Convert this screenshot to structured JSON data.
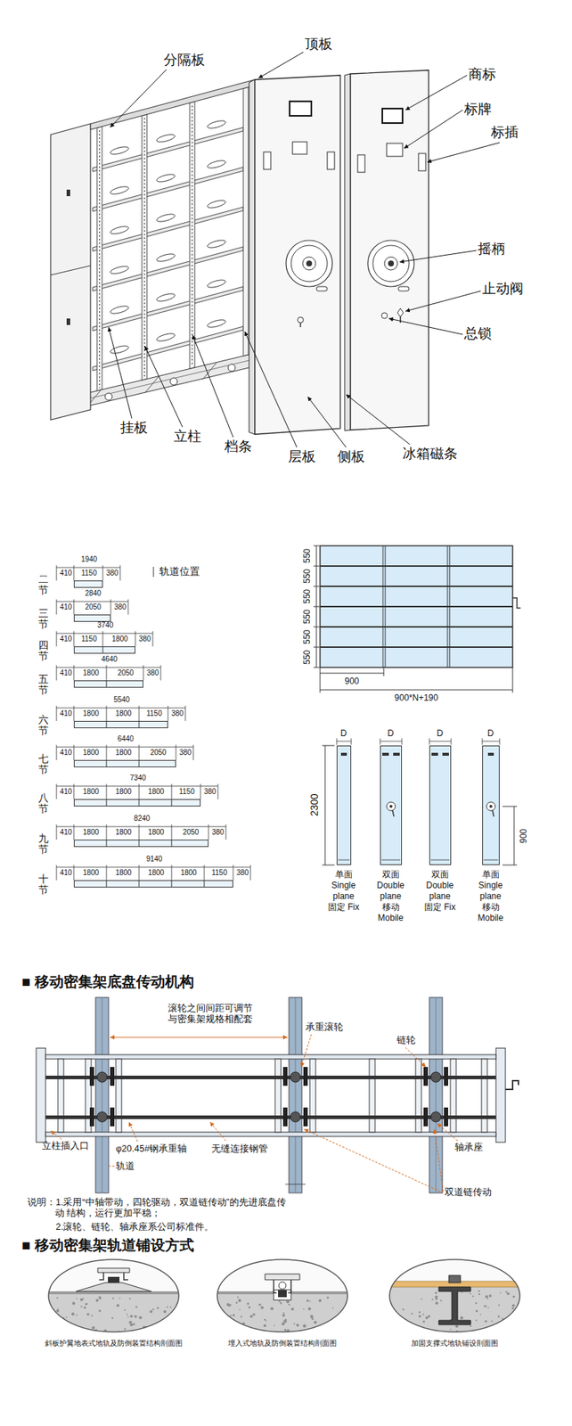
{
  "diagram": {
    "nodes": [
      {
        "text": [
          "二节",
          "1940",
          "410",
          "1150",
          "380"
        ]
      },
      {
        "text": [
          "三节",
          "2840",
          "410",
          "2050",
          "380"
        ]
      },
      {
        "text": [
          "四节",
          "3740",
          "410",
          "1150",
          "1800",
          "380"
        ]
      },
      {
        "text": [
          "五节",
          "4640",
          "410",
          "1800",
          "2050",
          "380"
        ]
      },
      {
        "text": [
          "六节",
          "5540",
          "410",
          "1800",
          "1800",
          "1150",
          "380"
        ]
      },
      {
        "text": [
          "七节",
          "6440",
          "410",
          "1800",
          "1800",
          "2050",
          "380"
        ]
      },
      {
        "text": [
          "八节",
          "7340",
          "410",
          "1800",
          "1800",
          "1800",
          "1150",
          "380"
        ]
      },
      {
        "text": [
          "九节",
          "8240",
          "410",
          "1800",
          "1800",
          "1800",
          "2050",
          "380"
        ]
      },
      {
        "text": [
          "十节",
          "9140",
          "410",
          "1800",
          "1800",
          "1800",
          "1800",
          "1150",
          "380"
        ]
      },
      {
        "text": [
          "D",
          "单面 Single plane 固定 Fix"
        ]
      },
      {
        "text": [
          "D",
          "双面 Double plane 移动 Mobile"
        ]
      },
      {
        "text": [
          "D",
          "双面 Double plane 固定 Fix"
        ]
      },
      {
        "text": [
          "D",
          "单面 Single plane 移动 Mobile"
        ]
      },
      {
        "text": [
          "斜板护翼地表式地轨及防倒装置结构剖面图"
        ]
      },
      {
        "text": [
          "埋入式地轨及防倒装置结构剖面图"
        ]
      },
      {
        "text": [
          "加固支撑式地轨铺设剖面图"
        ]
      }
    ],
    "labels": [
      "分隔板",
      "顶板",
      "商标",
      "标牌",
      "标插",
      "摇柄",
      "止动阀",
      "总锁",
      "挂板",
      "立柱",
      "档条",
      "层板",
      "侧板",
      "冰箱磁条",
      "轨道位置",
      "550",
      "550",
      "550",
      "550",
      "550",
      "550",
      "900",
      "900*N+190",
      "2300",
      "900",
      "■ 移动密集架底盘传动机构",
      "滚轮之间间距可调节 与密集架规格相配套",
      "承重滚轮",
      "链轮",
      "立柱插入口",
      "φ20.45#钢承重轴",
      "无缝连接钢管",
      "轨道",
      "轴承座",
      "双道链传动",
      "说明：1.采用“中轴带动，四轮驱动，双道链传动”的先进底盘传动 结构，运行更加平稳；",
      "2.滚轮、链轮、轴承座系公司标准件。",
      "■ 移动密集架轨道铺设方式"
    ]
  }
}
